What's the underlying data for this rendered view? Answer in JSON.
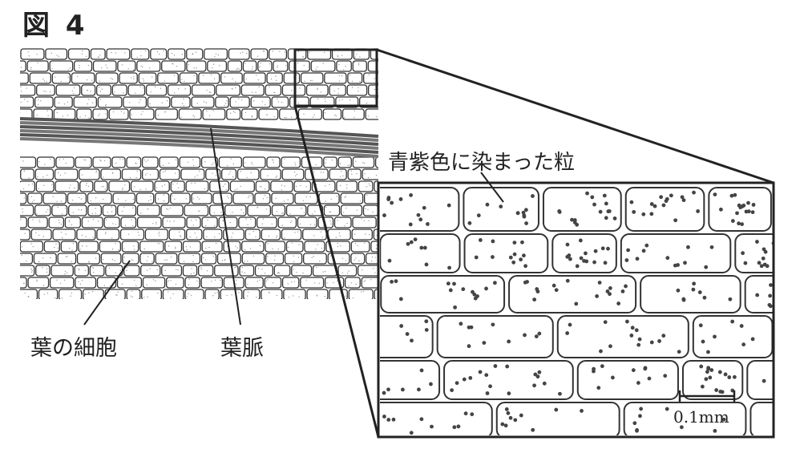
{
  "figure": {
    "title": "図 4",
    "labels": {
      "granules": "青紫色に染まった粒",
      "leaf_cells": "葉の細胞",
      "leaf_vein": "葉脈",
      "scale_bar": "0.1mm"
    },
    "colors": {
      "ink": "#333333",
      "vein": "#555555",
      "stipple": "#9a9a9a"
    }
  }
}
